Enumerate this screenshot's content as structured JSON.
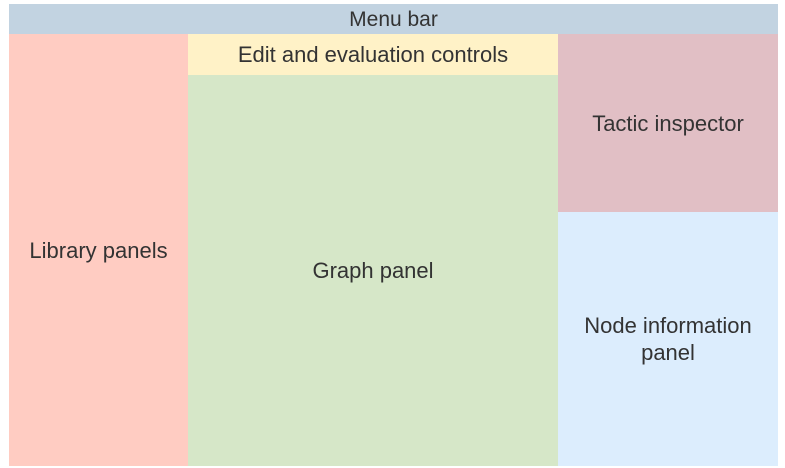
{
  "regions": {
    "menu_bar": {
      "label": "Menu bar",
      "color": "#c2d3e1"
    },
    "library_panels": {
      "label": "Library panels",
      "color": "#ffccc2"
    },
    "edit_controls": {
      "label": "Edit and evaluation controls",
      "color": "#fff2c7"
    },
    "graph_panel": {
      "label": "Graph panel",
      "color": "#d6e7c8"
    },
    "tactic_inspector": {
      "label": "Tactic inspector",
      "color": "#e1bfc5"
    },
    "node_information_panel": {
      "label": "Node information panel",
      "color": "#dcedfd"
    }
  }
}
